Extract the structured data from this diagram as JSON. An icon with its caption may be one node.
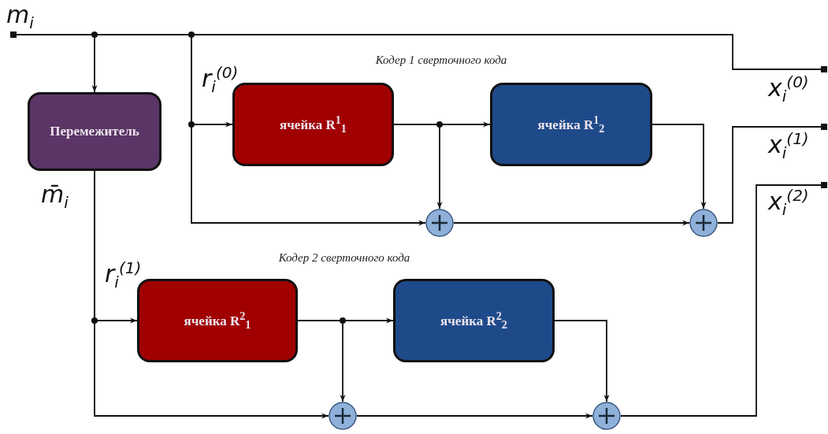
{
  "diagram": {
    "nodes": [
      {
        "text": [
          "m$_{i}$"
        ]
      },
      {
        "text": [
          "Перемежитель"
        ],
        "beside": [
          "m̄$_{i}$"
        ]
      },
      {
        "text": [
          "ячейка R$^{1}$$_{1}$"
        ]
      },
      {
        "text": [
          "ячейка R$^{1}$$_{2}$"
        ]
      },
      {
        "text": [],
        "shape": "circle"
      },
      {
        "text": [],
        "shape": "circle"
      },
      {
        "text": [
          "ячейка R$^{2}$$_{1}$"
        ]
      },
      {
        "text": [
          "ячейка R$^{2}$$_{2}$"
        ]
      },
      {
        "text": [],
        "shape": "circle"
      },
      {
        "text": [],
        "shape": "circle"
      },
      {
        "text": [
          "x$_{i}$$^{(0)}$"
        ]
      },
      {
        "text": [
          "x$_{i}$$^{(1)}$"
        ]
      },
      {
        "text": [
          "x$_{i}$$^{(2)}$"
        ]
      }
    ],
    "edges": [
      {
        "from": 0,
        "to": 1,
        "arrow": "to"
      },
      {
        "from": 0,
        "to": 2,
        "arrow": "to"
      },
      {
        "from": 0,
        "to": 4,
        "arrow": "to"
      },
      {
        "from": 0,
        "to": 10,
        "arrow": "other"
      },
      {
        "from": 2,
        "to": 3,
        "arrow": "to"
      },
      {
        "from": 2,
        "to": 4,
        "arrow": "to"
      },
      {
        "from": 4,
        "to": 5,
        "arrow": "to"
      },
      {
        "from": 3,
        "to": 5,
        "arrow": "to"
      },
      {
        "from": 5,
        "to": 11,
        "arrow": "other"
      },
      {
        "from": 1,
        "to": 6,
        "arrow": "to"
      },
      {
        "from": 1,
        "to": 8,
        "arrow": "to"
      },
      {
        "from": 6,
        "to": 7,
        "arrow": "to"
      },
      {
        "from": 6,
        "to": 8,
        "arrow": "to"
      },
      {
        "from": 8,
        "to": 9,
        "arrow": "to"
      },
      {
        "from": 7,
        "to": 9,
        "arrow": "to"
      },
      {
        "from": 9,
        "to": 12,
        "arrow": "other"
      }
    ],
    "labels": [
      "Кодер 1 сверточного кода",
      "r$_{i}$$^{(0)}$",
      "Кодер 2 сверточного кода",
      "r$_{i}$$^{(1)}$"
    ]
  }
}
